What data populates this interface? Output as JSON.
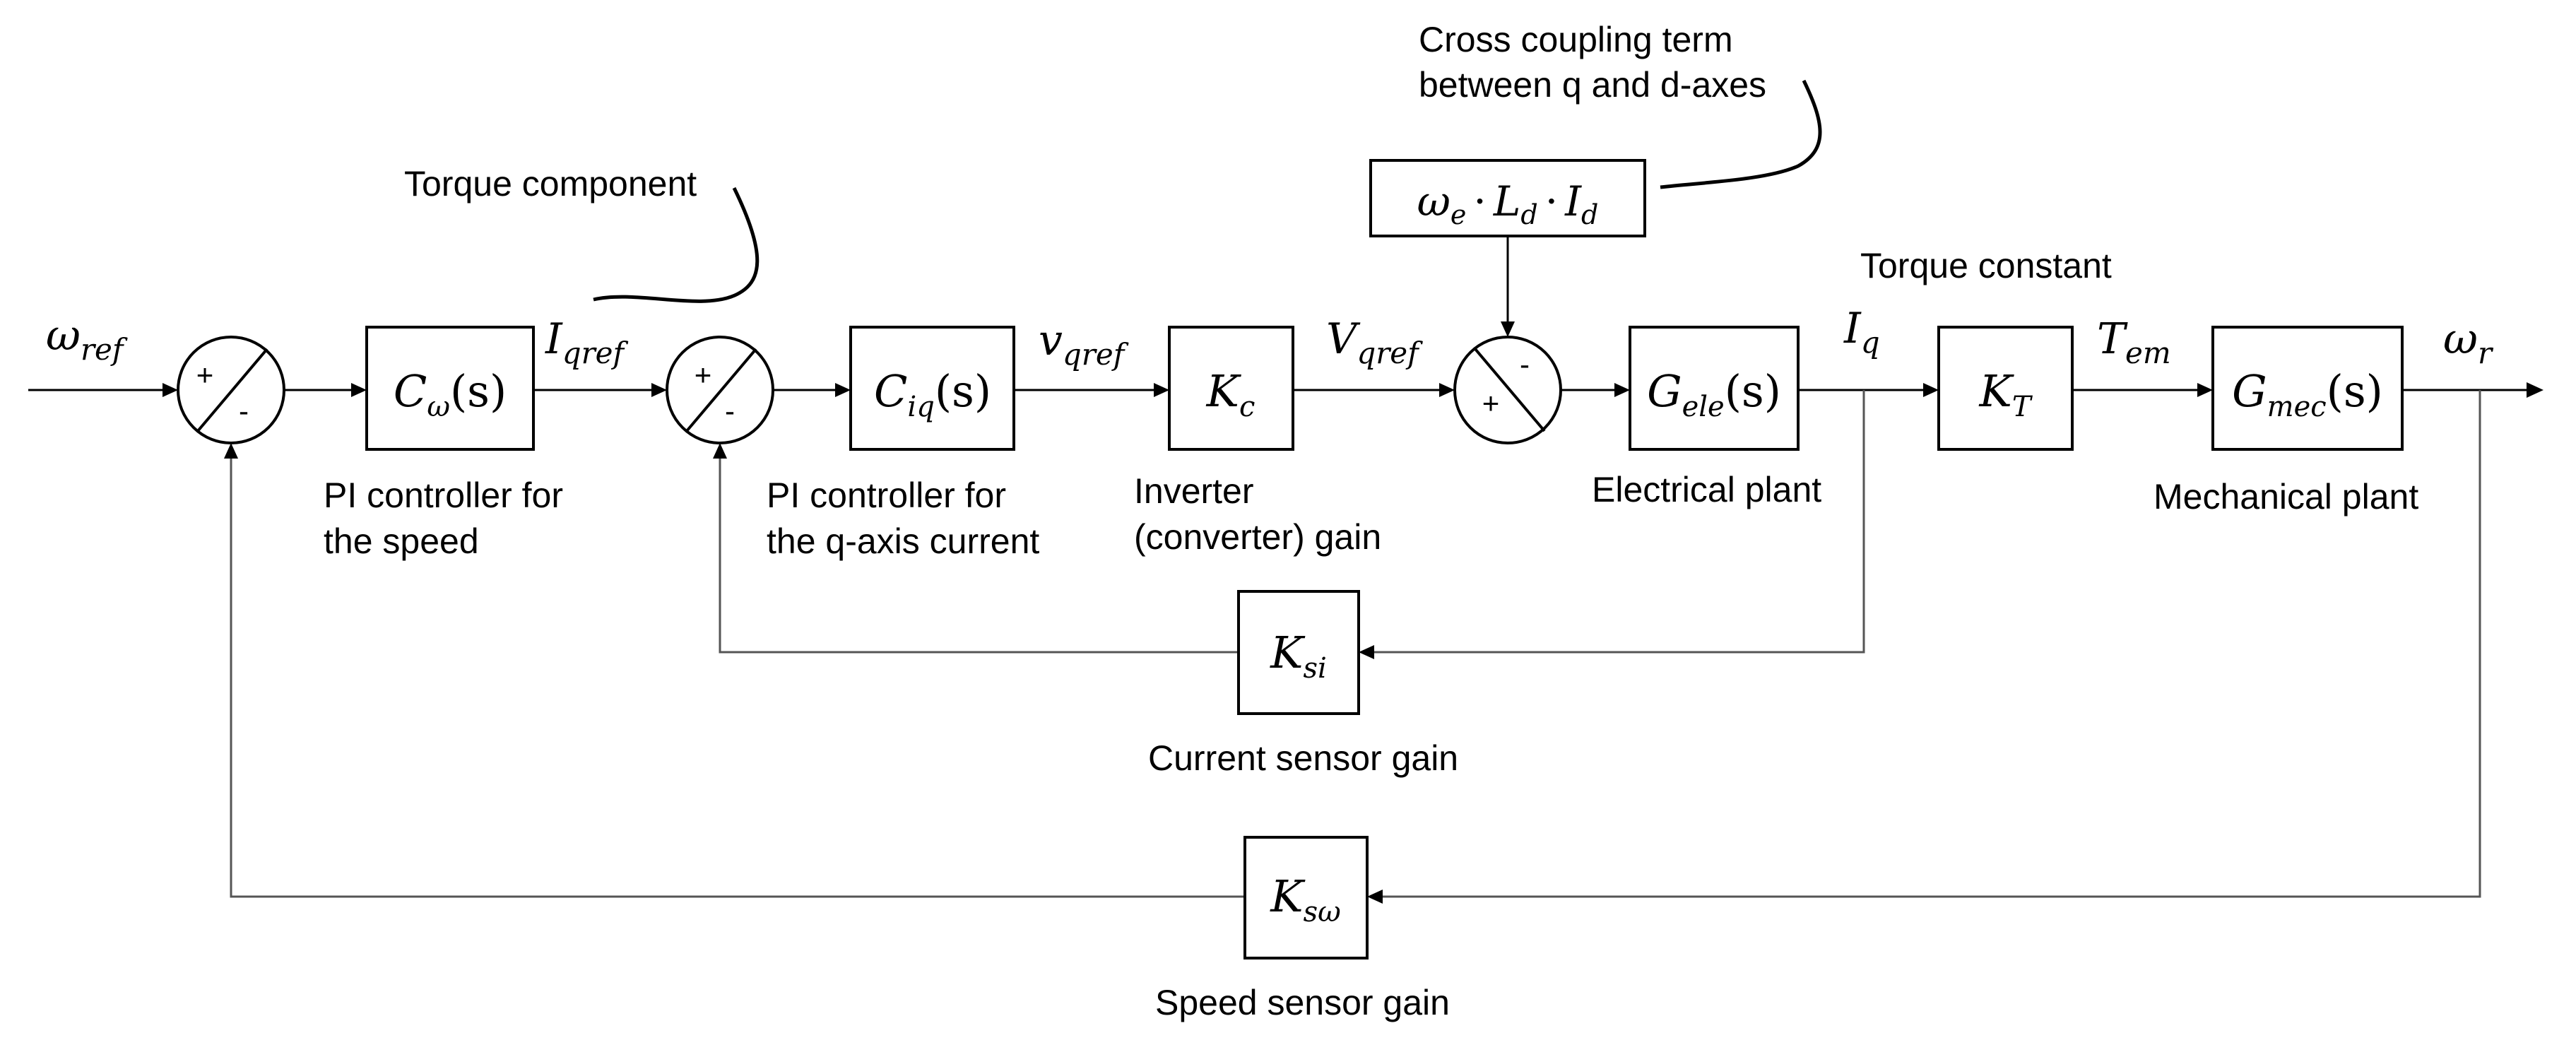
{
  "diagram": {
    "title": "Speed and q-axis current cascaded control loop",
    "annotations": {
      "torque_component": "Torque component",
      "cross_coupling_line1": "Cross coupling term",
      "cross_coupling_line2": "between q and d-axes",
      "torque_constant": "Torque constant"
    },
    "signals": {
      "omega_ref": {
        "main": "ω",
        "sub": "ref"
      },
      "i_qref": {
        "main": "I",
        "sub": "qref"
      },
      "v_qref_lower": {
        "main": "v",
        "sub": "qref"
      },
      "v_qref_upper": {
        "main": "V",
        "sub": "qref"
      },
      "i_q": {
        "main": "I",
        "sub": "q"
      },
      "t_em": {
        "main": "T",
        "sub": "em"
      },
      "omega_r": {
        "main": "ω",
        "sub": "r"
      }
    },
    "blocks": {
      "c_omega": {
        "main": "C",
        "sub": "ω",
        "arg": "(s)",
        "caption1": "PI controller for",
        "caption2": "the speed"
      },
      "c_iq": {
        "main": "C",
        "sub": "iq",
        "arg": "(s)",
        "caption1": "PI controller for",
        "caption2": "the q-axis current"
      },
      "k_c": {
        "main": "K",
        "sub": "c",
        "caption1": "Inverter",
        "caption2": "(converter) gain"
      },
      "g_ele": {
        "main": "G",
        "sub": "ele",
        "arg": "(s)",
        "caption1": "Electrical plant"
      },
      "k_t": {
        "main": "K",
        "sub": "T"
      },
      "g_mec": {
        "main": "G",
        "sub": "mec",
        "arg": "(s)",
        "caption1": "Mechanical plant"
      },
      "cross": {
        "a": "ω",
        "a_sub": "e",
        "dot": "·",
        "b": "L",
        "b_sub": "d",
        "c": "I",
        "c_sub": "d"
      },
      "k_si": {
        "main": "K",
        "sub": "si",
        "caption1": "Current sensor gain"
      },
      "k_sw": {
        "main": "K",
        "sub": "sω",
        "caption1": "Speed sensor gain"
      }
    },
    "summers": {
      "sum1": {
        "top": "+",
        "bottom": "-"
      },
      "sum2": {
        "top": "+",
        "bottom": "-"
      },
      "sum3": {
        "top": "-",
        "bottom": "+"
      }
    }
  }
}
